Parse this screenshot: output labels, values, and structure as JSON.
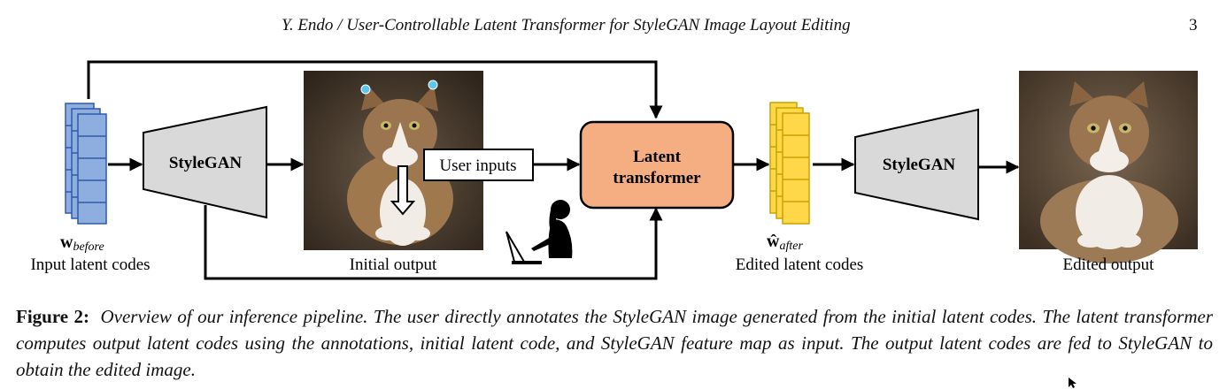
{
  "header": {
    "running_title": "Y. Endo /  User-Controllable Latent Transformer for StyleGAN Image Layout Editing",
    "page_number": "3"
  },
  "diagram": {
    "input_codes_symbol": "w",
    "input_codes_subscript": "before",
    "input_codes_label": "Input latent codes",
    "stylegan_in_label": "StyleGAN",
    "initial_output_label": "Initial output",
    "user_inputs_label": "User inputs",
    "transformer_label_line1": "Latent",
    "transformer_label_line2": "transformer",
    "edited_codes_symbol": "ŵ",
    "edited_codes_subscript": "after",
    "edited_codes_label": "Edited latent codes",
    "stylegan_out_label": "StyleGAN",
    "edited_output_label": "Edited output",
    "colors": {
      "input_codes": "#8eaee0",
      "edited_codes": "#ffd84a",
      "transformer": "#f4ae82",
      "generator": "#d9d9d9"
    }
  },
  "caption": {
    "label": "Figure 2:",
    "text": "Overview of our inference pipeline. The user directly annotates the StyleGAN image generated from the initial latent codes. The latent transformer computes output latent codes using the annotations, initial latent code, and StyleGAN feature map as input. The output latent codes are fed to StyleGAN to obtain the edited image."
  }
}
